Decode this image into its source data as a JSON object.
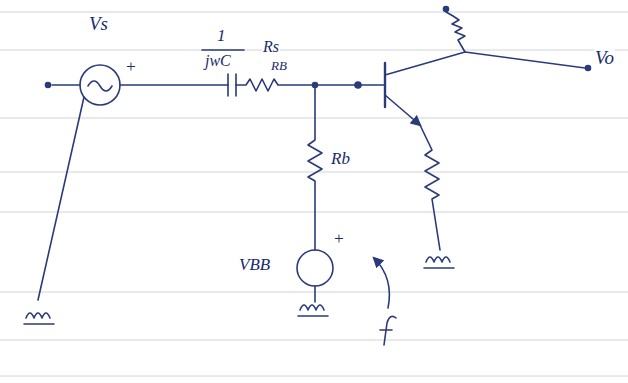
{
  "diagram": {
    "labels": [
      "Vs",
      "+",
      "1",
      "jwC",
      "Rs",
      "RB",
      "Rb",
      "+",
      "VBB",
      "Vo"
    ]
  }
}
